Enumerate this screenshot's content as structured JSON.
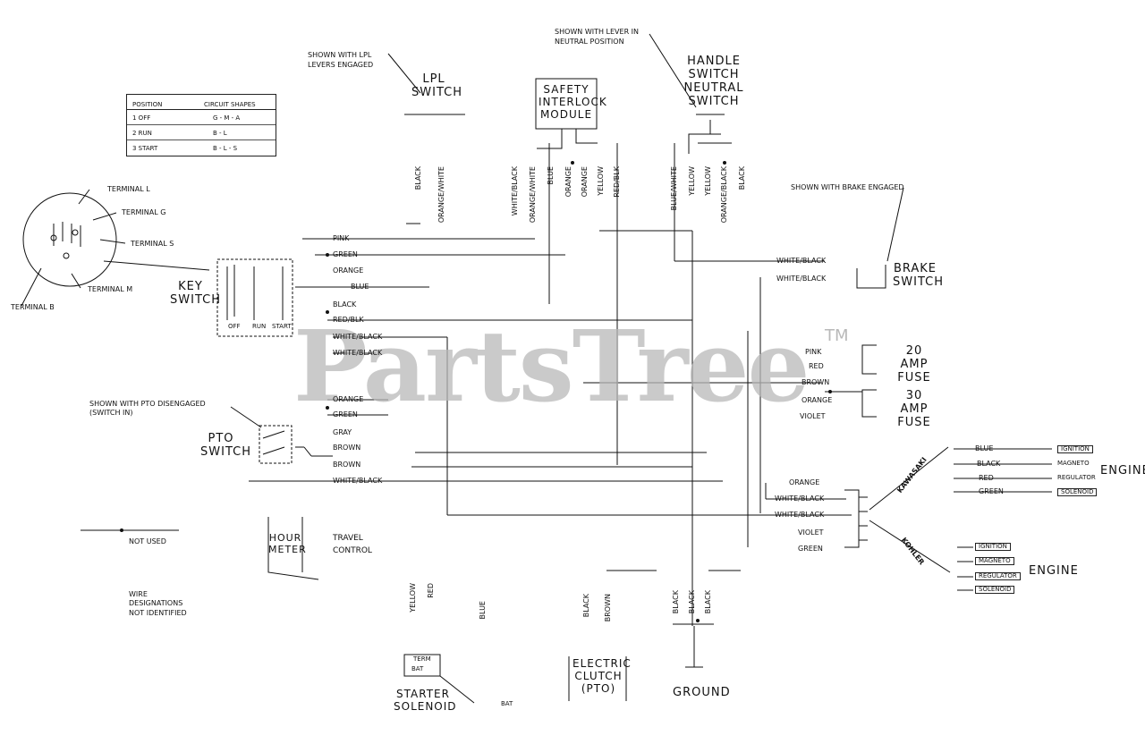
{
  "watermark": {
    "text": "PartsTree",
    "tm": "TM"
  },
  "notes": {
    "pto_shown": "SHOWN WITH PTO DISENGAGED (SWITCH IN)",
    "brake_shown": "SHOWN WITH BRAKE ENGAGED",
    "neutral_shown": "SHOWN WITH LEVER IN NEUTRAL POSITION",
    "lpl_shown": "SHOWN WITH LPL LEVERS ENGAGED",
    "not_used": "NOT USED",
    "wire_designations": "WIRE DESIGNATIONS NOT IDENTIFIED"
  },
  "components": {
    "lpl_switch": "LPL SWITCH",
    "safety_module": "SAFETY INTERLOCK MODULE",
    "neutral_switch": "HANDLE SWITCH NEUTRAL SWITCH",
    "key_switch": "KEY SWITCH",
    "pto_switch": "PTO SWITCH",
    "brake_switch": "BRAKE SWITCH",
    "fuse_20": "20 AMP FUSE",
    "fuse_30": "30 AMP FUSE",
    "hour_meter": "HOUR METER",
    "starter_solenoid": "STARTER SOLENOID",
    "electric_clutch": "ELECTRIC CLUTCH (PTO)",
    "ground": "GROUND",
    "engine_top": "ENGINE",
    "engine_bottom": "ENGINE",
    "kawasaki": "KAWASAKI",
    "kohler": "KOHLER",
    "travel_control": "TRAVEL CONTROL"
  },
  "key_table": {
    "col_position": "POSITION",
    "col_circuit": "CIRCUIT SHAPES",
    "rows": [
      {
        "pos": "1 OFF",
        "circuit": "G - M - A"
      },
      {
        "pos": "2 RUN",
        "circuit": "B - L"
      },
      {
        "pos": "3 START",
        "circuit": "B - L - S"
      }
    ]
  },
  "key_terminals": {
    "t1": "TERMINAL L",
    "t2": "TERMINAL G",
    "t3": "TERMINAL S",
    "t4": "TERMINAL M",
    "t5": "TERMINAL B"
  },
  "key_positions": [
    "OFF",
    "RUN",
    "START"
  ],
  "wires_left": [
    "PINK",
    "GREEN",
    "ORANGE",
    "BLUE",
    "BLACK",
    "RED/BLK",
    "WHITE/BLACK",
    "WHITE/BLACK"
  ],
  "wires_pto": [
    "ORANGE",
    "GREEN",
    "GRAY",
    "BROWN",
    "BROWN",
    "WHITE/BLACK"
  ],
  "wires_right": [
    "WHITE/BLACK",
    "WHITE/BLACK",
    "PINK",
    "RED",
    "BROWN",
    "ORANGE",
    "VIOLET",
    "ORANGE",
    "WHITE/BLACK",
    "WHITE/BLACK",
    "VIOLET",
    "GREEN"
  ],
  "wires_top_vert": [
    "BLACK",
    "ORANGE/WHITE",
    "WHITE/BLACK",
    "ORANGE/WHITE",
    "BLUE",
    "ORANGE",
    "ORANGE",
    "YELLOW",
    "RED/BLK",
    "BLUE/WHITE",
    "YELLOW",
    "YELLOW",
    "ORANGE/BLACK",
    "BLACK"
  ],
  "wires_bottom_vert": [
    "YELLOW",
    "RED",
    "BLUE",
    "BLACK",
    "BLACK",
    "BLACK",
    "BLACK",
    "BROWN"
  ],
  "kawasaki_conn": [
    {
      "wire": "BLUE",
      "term": "IGNITION"
    },
    {
      "wire": "BLACK",
      "term": "MAGNETO"
    },
    {
      "wire": "RED",
      "term": "REGULATOR"
    },
    {
      "wire": "GREEN",
      "term": "SOLENOID"
    }
  ],
  "kohler_conn": [
    "IGNITION",
    "MAGNETO",
    "REGULATOR",
    "SOLENOID"
  ],
  "misc": {
    "bat_label": "BAT",
    "term_label": "TERM"
  }
}
